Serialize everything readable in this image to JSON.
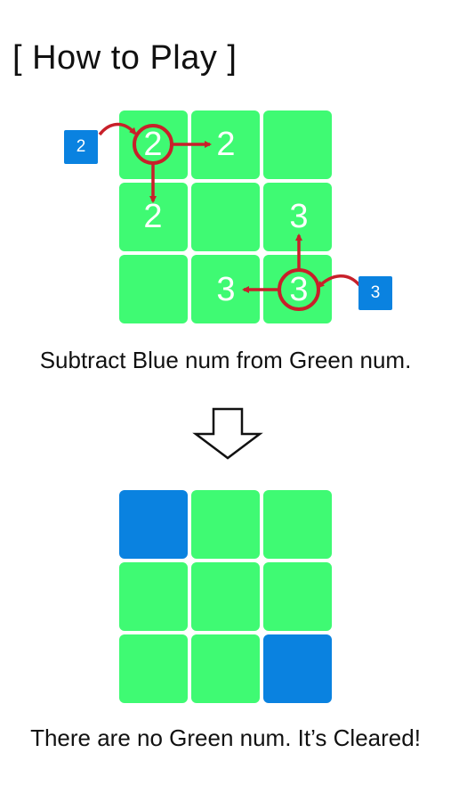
{
  "colors": {
    "green": "#3ffa73",
    "blue": "#0a82e0",
    "annotation_red": "#c8202a",
    "text": "#111111"
  },
  "title": "[ How to Play ]",
  "example_grid": {
    "rows": [
      [
        "2",
        "2",
        ""
      ],
      [
        "2",
        "",
        "3"
      ],
      [
        "",
        "3",
        "3"
      ]
    ],
    "blue_tiles": [
      {
        "label": "2",
        "target": "row 1, column 1"
      },
      {
        "label": "3",
        "target": "row 3, column 3"
      }
    ]
  },
  "caption_1": "Subtract Blue num from Green num.",
  "arrow_icon": "down-arrow-outline-icon",
  "result_grid": {
    "rows": [
      [
        "blue",
        "green",
        "green"
      ],
      [
        "green",
        "green",
        "green"
      ],
      [
        "green",
        "green",
        "blue"
      ]
    ]
  },
  "caption_2": "There are no Green num. It’s Cleared!"
}
